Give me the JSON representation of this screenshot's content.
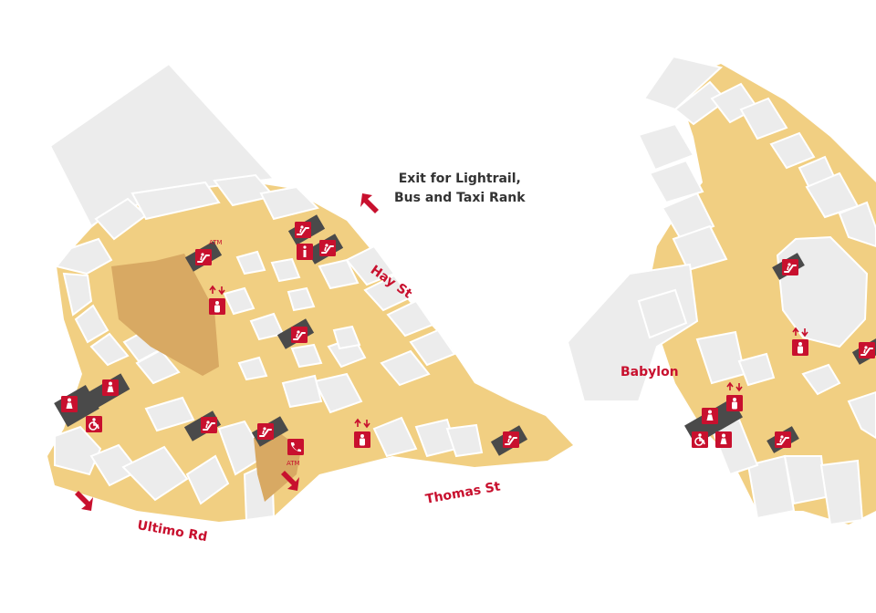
{
  "colors": {
    "floor": "#f1cf82",
    "shop": "#ececec",
    "shop_edge": "#ffffff",
    "garden": "#d8a963",
    "icon_red": "#c8102e",
    "dark_pad": "#4a4a4a",
    "label_red": "#c8102e",
    "label_dark": "#333333"
  },
  "labels": {
    "exit_line1": "Exit for Lightrail,",
    "exit_line2": "Bus and Taxi Rank",
    "hay_st": "Hay St",
    "thomas_st": "Thomas St",
    "ultimo_rd": "Ultimo Rd",
    "babylon": "Babylon",
    "atm_top": "ATM",
    "atm_bottom": "ATM"
  },
  "icons": {
    "escalator": "escalator-icon",
    "lift": "lift-icon",
    "toilet": "toilet-icon",
    "accessible": "accessible-toilet-icon",
    "info": "information-icon",
    "phone": "phone-icon",
    "arrow": "entrance-arrow-icon"
  }
}
